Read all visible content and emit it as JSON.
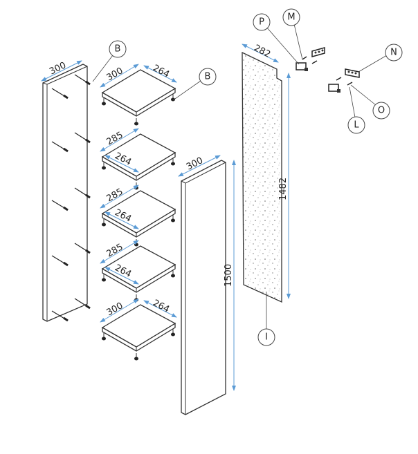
{
  "diagram": {
    "left_panel": {
      "width_dim": "300"
    },
    "right_panel": {
      "width_dim": "300",
      "height_dim": "1500"
    },
    "back_panel": {
      "width_dim": "282",
      "height_dim": "1482"
    },
    "shelves": [
      {
        "depth_dim": "300",
        "width_dim": "264"
      },
      {
        "depth_dim": "285",
        "width_dim": "264"
      },
      {
        "depth_dim": "285",
        "width_dim": "264"
      },
      {
        "depth_dim": "285",
        "width_dim": "264"
      },
      {
        "depth_dim": "300",
        "width_dim": "264"
      }
    ],
    "part_labels": {
      "b_panel": "B",
      "b_shelf": "B",
      "p": "P",
      "m": "M",
      "n": "N",
      "o": "O",
      "l": "L",
      "i": "I"
    },
    "colors": {
      "dimension_line": "#5b9bd5",
      "outline": "#333333"
    }
  }
}
